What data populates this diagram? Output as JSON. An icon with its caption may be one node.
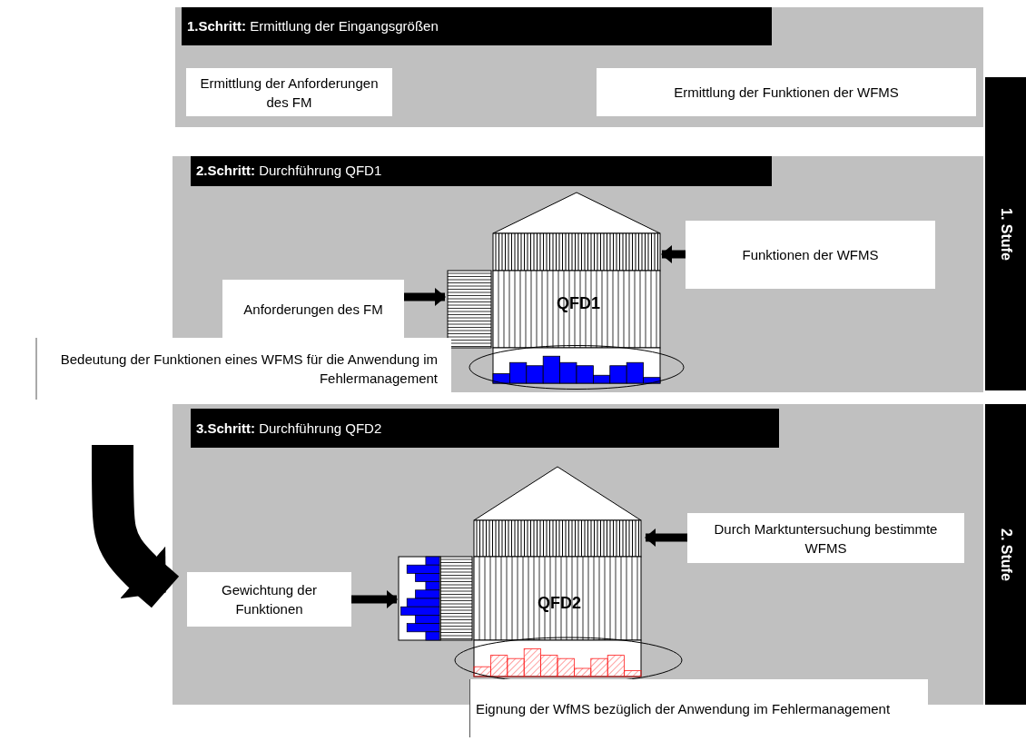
{
  "diagram": {
    "nodes": [
      {
        "text": [
          "**1.Schritt:** Ermittlung der Eingangsgrößen"
        ]
      },
      {
        "text": [
          "Ermittlung der Anforderungen des FM"
        ],
        "in": 0
      },
      {
        "text": [
          "Ermittlung der Funktionen der WFMS"
        ],
        "in": 0
      },
      {
        "text": [
          "**2.Schritt:** Durchführung QFD1"
        ]
      },
      {
        "text": [
          "Funktionen der WFMS"
        ],
        "in": 3
      },
      {
        "text": [
          "Anforderungen des FM"
        ],
        "in": 3
      },
      {
        "text": [
          "QFD1"
        ],
        "in": 3
      },
      {
        "text": [
          "**3.Schritt:** Durchführung QFD2"
        ]
      },
      {
        "text": [
          "Durch Marktuntersuchung bestimmte WFMS"
        ],
        "in": 7
      },
      {
        "text": [
          "Gewichtung der Funktionen"
        ],
        "in": 7
      },
      {
        "text": [
          "QFD2"
        ],
        "in": 7
      },
      {
        "text": [
          "Eignung der WfMS bezüglich der Anwendung  im Fehlermanagement"
        ]
      },
      {
        "text": [
          "1. Stufe"
        ]
      },
      {
        "text": [
          "2. Stufe"
        ]
      }
    ],
    "edges": [
      {
        "from": 5,
        "to": 6,
        "arrow": "to"
      },
      {
        "from": 4,
        "to": 6,
        "arrow": "to"
      },
      {
        "from": 9,
        "to": 10,
        "arrow": "to"
      },
      {
        "from": 8,
        "to": 10,
        "arrow": "to"
      },
      {
        "from": null,
        "to": 7,
        "arrow": "to",
        "style": "thick"
      }
    ],
    "labels": [
      "Bedeutung der Funktionen eines WFMS für die Anwendung im Fehlermanagement"
    ]
  }
}
